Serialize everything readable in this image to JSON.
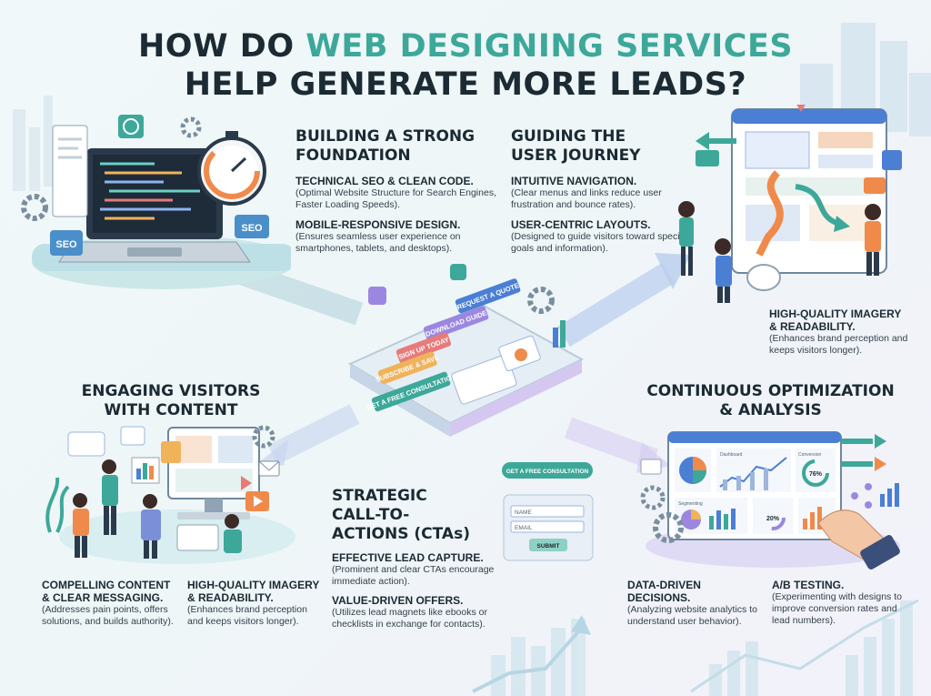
{
  "title": {
    "line1_pre": "HOW DO ",
    "line1_hl": "WEB DESIGNING SERVICES",
    "line2": "HELP GENERATE MORE LEADS?"
  },
  "sections": {
    "foundation": {
      "heading_1": "BUILDING A STRONG",
      "heading_2": "FOUNDATION",
      "items": [
        {
          "title": "TECHNICAL SEO & CLEAN CODE.",
          "desc": "(Optimal Website Structure for Search Engines, Faster Loading Speeds)."
        },
        {
          "title": "MOBILE-RESPONSIVE DESIGN.",
          "desc": "(Ensures seamless user experience on smartphones, tablets, and desktops)."
        }
      ]
    },
    "journey": {
      "heading_1": "GUIDING THE",
      "heading_2": "USER JOURNEY",
      "items": [
        {
          "title": "INTUITIVE NAVIGATION.",
          "desc": "(Clear menus and links reduce user frustration and bounce rates)."
        },
        {
          "title": "USER-CENTRIC LAYOUTS.",
          "desc": "(Designed to guide visitors toward specific goals and information)."
        }
      ],
      "side_item": {
        "title_1": "HIGH-QUALITY IMAGERY",
        "title_2": "& READABILITY.",
        "desc": "(Enhances brand perception and keeps visitors longer)."
      }
    },
    "engaging": {
      "heading_1": "ENGAGING VISITORS",
      "heading_2": "WITH CONTENT",
      "items": [
        {
          "title": "COMPELLING CONTENT & CLEAR MESSAGING.",
          "desc": "(Addresses pain points, offers solutions, and builds authority)."
        },
        {
          "title": "HIGH-QUALITY IMAGERY & READABILITY.",
          "desc": "(Enhances brand perception and keeps visitors longer)."
        }
      ]
    },
    "cta": {
      "heading_1": "STRATEGIC",
      "heading_2": "CALL-TO-",
      "heading_3": "ACTIONS (CTAs)",
      "items": [
        {
          "title": "EFFECTIVE LEAD CAPTURE.",
          "desc": "(Prominent and clear CTAs encourage immediate action)."
        },
        {
          "title": "VALUE-DRIVEN OFFERS.",
          "desc": "(Utilizes lead magnets like ebooks or checklists in exchange for contacts)."
        }
      ]
    },
    "optimization": {
      "heading_1": "CONTINUOUS OPTIMIZATION",
      "heading_2": "& ANALYSIS",
      "items": [
        {
          "title": "DATA-DRIVEN DECISIONS.",
          "desc": "(Analyzing website analytics to understand user behavior)."
        },
        {
          "title": "A/B TESTING.",
          "desc": "(Experimenting with designs to improve conversion rates and lead numbers)."
        }
      ]
    }
  },
  "illustration_labels": {
    "seo_left": "SEO",
    "seo_right": "SEO",
    "form_button": "GET A FREE CONSULTATION",
    "form_name": "NAME",
    "form_email": "EMAIL",
    "form_submit": "SUBMIT",
    "center_buttons": [
      "DOWNLOAD GUIDE",
      "GET A FREE CONSULTATION",
      "SUBSCRIBE & SAVE",
      "REQUEST A QUOTE",
      "SIGN UP TODAY"
    ],
    "dash_dashboard": "Dashboard",
    "dash_conversion": "Conversion",
    "dash_segmenting": "Segmenting",
    "dash_kpi_1": "76%",
    "dash_kpi_2": "20%"
  },
  "colors": {
    "teal": "#3da89a",
    "blue": "#4a7fd4",
    "purple": "#9b87e0",
    "orange": "#f08a4b",
    "dark": "#1b2a33"
  }
}
